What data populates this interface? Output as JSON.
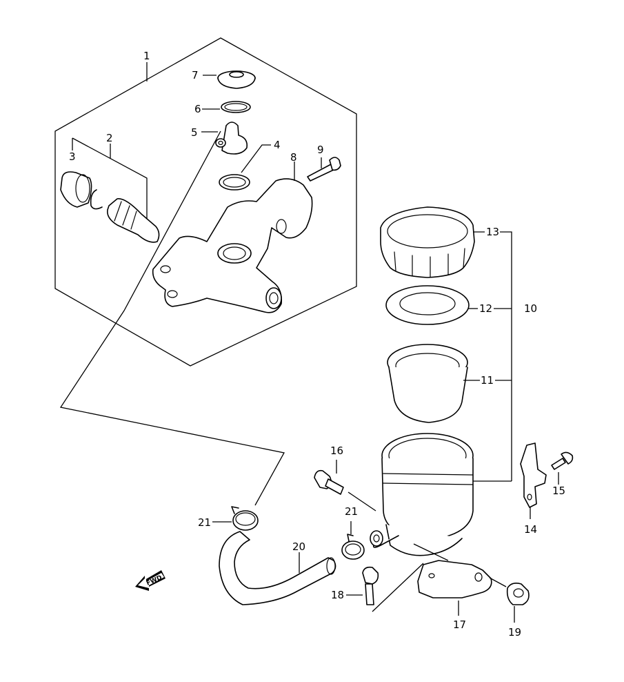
{
  "callouts": {
    "c1": "1",
    "c2": "2",
    "c3": "3",
    "c4": "4",
    "c5": "5",
    "c6": "6",
    "c7": "7",
    "c8": "8",
    "c9": "9",
    "c10": "10",
    "c11": "11",
    "c12": "12",
    "c13": "13",
    "c14": "14",
    "c15": "15",
    "c16": "16",
    "c17": "17",
    "c18": "18",
    "c19": "19",
    "c20": "20",
    "c21a": "21",
    "c21b": "21"
  },
  "direction_badge": {
    "text": "FWD",
    "icon": "arrow-fwd-icon"
  }
}
